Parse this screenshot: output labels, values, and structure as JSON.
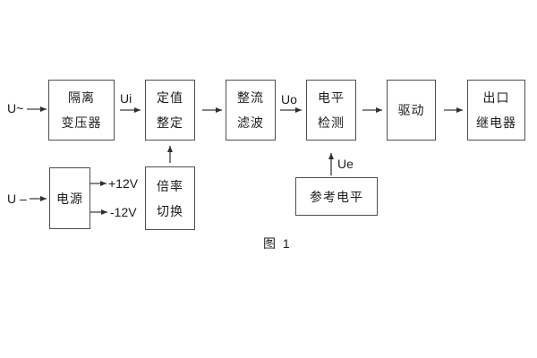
{
  "figure": {
    "caption": "图 1",
    "background_color": "#ffffff",
    "box_border_color": "#4f4f4f",
    "arrow_color": "#2e2e2e",
    "text_color": "#1c1c1c"
  },
  "blocks": [
    {
      "name": "isolation-transformer",
      "lines": [
        "隔离",
        "变压器"
      ]
    },
    {
      "name": "value-setting",
      "lines": [
        "定值",
        "整定"
      ]
    },
    {
      "name": "rectifier-filter",
      "lines": [
        "整流",
        "滤波"
      ]
    },
    {
      "name": "level-detection",
      "lines": [
        "电平",
        "检测"
      ]
    },
    {
      "name": "driver",
      "lines": [
        "驱动"
      ]
    },
    {
      "name": "output-relay",
      "lines": [
        "出口",
        "继电器"
      ]
    },
    {
      "name": "power-supply",
      "lines": [
        "电源"
      ]
    },
    {
      "name": "ratio-switching",
      "lines": [
        "倍率",
        "切换"
      ]
    },
    {
      "name": "reference-level",
      "lines": [
        "参考电平"
      ]
    }
  ],
  "signals": {
    "ac_input": "U~",
    "dc_input": "U –",
    "ui": "Ui",
    "uo": "Uo",
    "ue": "Ue",
    "plus_12v": "+12V",
    "minus_12v": "-12V"
  }
}
